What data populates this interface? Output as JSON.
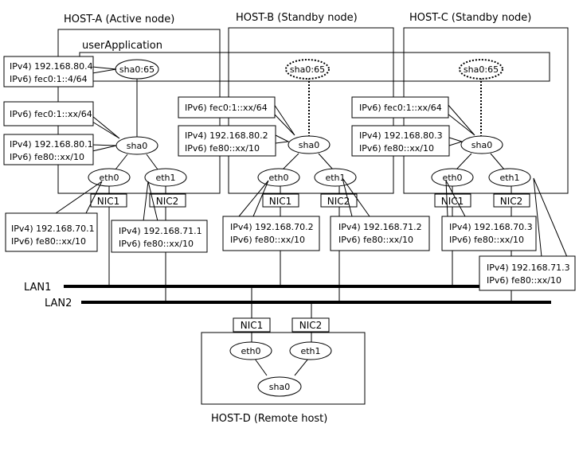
{
  "hosts": {
    "a_title": "HOST-A (Active node)",
    "b_title": "HOST-B (Standby node)",
    "c_title": "HOST-C (Standby node)",
    "d_title": "HOST-D (Remote host)"
  },
  "user_application_label": "userApplication",
  "lans": {
    "lan1": "LAN1",
    "lan2": "LAN2"
  },
  "nodes": {
    "a_takeover": "sha0:65",
    "b_takeover": "sha0:65",
    "c_takeover": "sha0:65",
    "a_sha": "sha0",
    "b_sha": "sha0",
    "c_sha": "sha0",
    "d_sha": "sha0",
    "a_eth0": "eth0",
    "a_eth1": "eth1",
    "b_eth0": "eth0",
    "b_eth1": "eth1",
    "c_eth0": "eth0",
    "c_eth1": "eth1",
    "d_eth0": "eth0",
    "d_eth1": "eth1"
  },
  "nics": {
    "a_nic1": "NIC1",
    "a_nic2": "NIC2",
    "b_nic1": "NIC1",
    "b_nic2": "NIC2",
    "c_nic1": "NIC1",
    "c_nic2": "NIC2",
    "d_nic1": "NIC1",
    "d_nic2": "NIC2"
  },
  "addresses": {
    "a_takeover": [
      "IPv4) 192.168.80.4",
      "IPv6) fec0:1::4/64"
    ],
    "a_sha_v6": [
      "IPv6) fec0:1::xx/64"
    ],
    "a_sha": [
      "IPv4) 192.168.80.1",
      "IPv6) fe80::xx/10"
    ],
    "a_eth0": [
      "IPv4) 192.168.70.1",
      "IPv6) fe80::xx/10"
    ],
    "a_eth1": [
      "IPv4) 192.168.71.1",
      "IPv6) fe80::xx/10"
    ],
    "b_sha_v6": [
      "IPv6) fec0:1::xx/64"
    ],
    "b_sha": [
      "IPv4) 192.168.80.2",
      "IPv6) fe80::xx/10"
    ],
    "b_eth0": [
      "IPv4) 192.168.70.2",
      "IPv6) fe80::xx/10"
    ],
    "b_eth1": [
      "IPv4) 192.168.71.2",
      "IPv6) fe80::xx/10"
    ],
    "c_sha_v6": [
      "IPv6) fec0:1::xx/64"
    ],
    "c_sha": [
      "IPv4) 192.168.80.3",
      "IPv6) fe80::xx/10"
    ],
    "c_eth0": [
      "IPv4) 192.168.70.3",
      "IPv6) fe80::xx/10"
    ],
    "c_eth1": [
      "IPv4) 192.168.71.3",
      "IPv6) fe80::xx/10"
    ]
  }
}
